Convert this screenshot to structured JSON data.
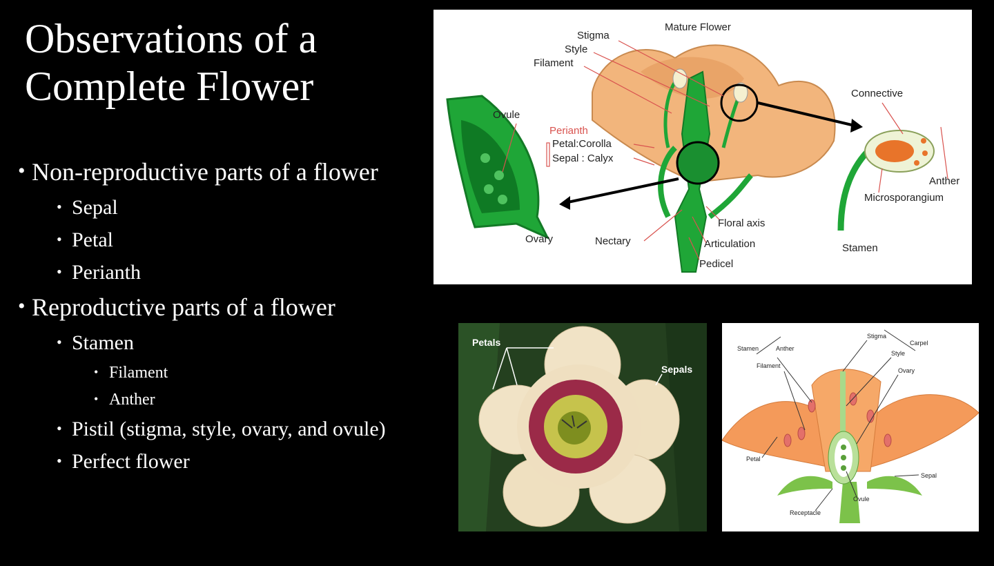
{
  "slide": {
    "title": "Observations of a Complete Flower",
    "bullets": {
      "non_reproductive": {
        "label": "Non-reproductive parts of a flower",
        "items": [
          "Sepal",
          "Petal",
          "Perianth"
        ]
      },
      "reproductive": {
        "label": "Reproductive parts of a flower",
        "stamen": "Stamen",
        "stamen_items": [
          "Filament",
          "Anther"
        ],
        "pistil": "Pistil (stigma, style, ovary, and ovule)",
        "perfect": "Perfect flower"
      }
    }
  },
  "diagram_main": {
    "title": "Mature Flower",
    "labels": {
      "stigma": "Stigma",
      "style": "Style",
      "filament": "Filament",
      "ovule": "Ovule",
      "perianth": "Perianth",
      "petal_corolla": "Petal:Corolla",
      "sepal_calyx": "Sepal : Calyx",
      "ovary": "Ovary",
      "nectary": "Nectary",
      "floral_axis": "Floral axis",
      "articulation": "Articulation",
      "pedicel": "Pedicel",
      "connective": "Connective",
      "anther": "Anther",
      "microsporangium": "Microsporangium",
      "stamen": "Stamen"
    }
  },
  "photo": {
    "labels": {
      "petals": "Petals",
      "sepals": "Sepals"
    }
  },
  "diagram_small": {
    "labels": {
      "stamen": "Stamen",
      "anther": "Anther",
      "filament": "Filament",
      "stigma": "Stigma",
      "carpel": "Carpel",
      "style": "Style",
      "ovary": "Ovary",
      "petal": "Petal",
      "sepal": "Sepal",
      "receptacle": "Receptacle",
      "ovule": "Ovule"
    }
  },
  "colors": {
    "background": "#000000",
    "text": "#ffffff",
    "petal_orange": "#f2b57c",
    "stem_green": "#1fa637",
    "label_red": "#d9534f"
  }
}
